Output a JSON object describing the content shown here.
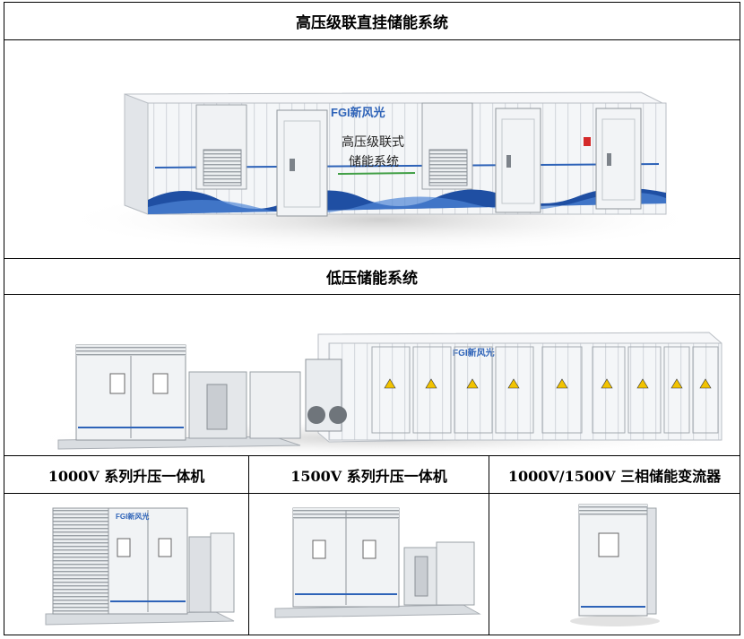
{
  "sections": {
    "high_voltage": {
      "title": "高压级联直挂储能系统",
      "container_text_1": "高压级联式",
      "container_text_2": "储能系统"
    },
    "low_voltage": {
      "title": "低压储能系统"
    }
  },
  "columns": [
    {
      "label": "1000V 系列升压一体机"
    },
    {
      "label": "1500V 系列升压一体机"
    },
    {
      "label": "1000V/1500V 三相储能变流器"
    }
  ],
  "brand": {
    "logo_text": "FGI新风光",
    "accent": "#2e63b8",
    "wave": "#1f4fa3",
    "warning": "#f2c300",
    "red": "#d42a2a"
  }
}
